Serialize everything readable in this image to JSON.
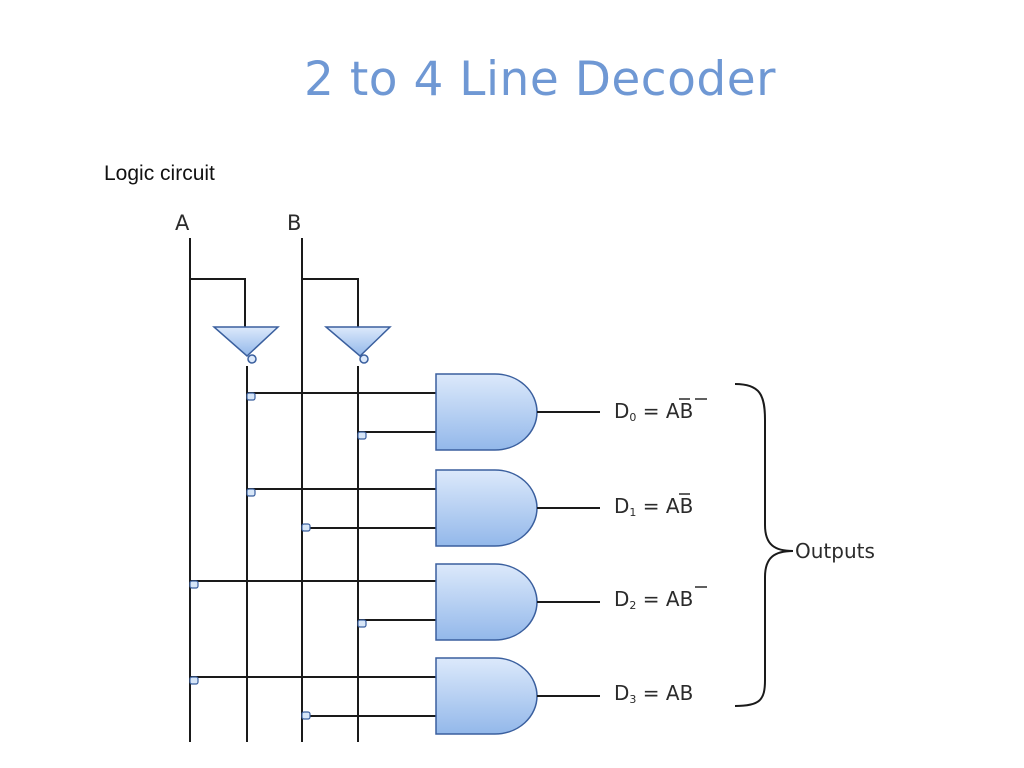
{
  "title": "2 to 4 Line Decoder",
  "subtitle": "Logic circuit",
  "inputs": {
    "a": "A",
    "b": "B"
  },
  "outputs": [
    {
      "prefix": "D",
      "sub": "0",
      "eq": " = ",
      "t1": "A",
      "t1_bar": true,
      "t2": "B",
      "t2_bar": true
    },
    {
      "prefix": "D",
      "sub": "1",
      "eq": " = ",
      "t1": "A",
      "t1_bar": true,
      "t2": "B",
      "t2_bar": false
    },
    {
      "prefix": "D",
      "sub": "2",
      "eq": " = ",
      "t1": "A",
      "t1_bar": false,
      "t2": "B",
      "t2_bar": true
    },
    {
      "prefix": "D",
      "sub": "3",
      "eq": " = ",
      "t1": "A",
      "t1_bar": false,
      "t2": "B",
      "t2_bar": false
    }
  ],
  "brace_label": "Outputs",
  "colors": {
    "title": "#6f98d4",
    "gate_fill_top": "#dce9fb",
    "gate_fill_bottom": "#93b8ea",
    "gate_stroke": "#3a5f9e",
    "wire": "#1a1a1a"
  }
}
